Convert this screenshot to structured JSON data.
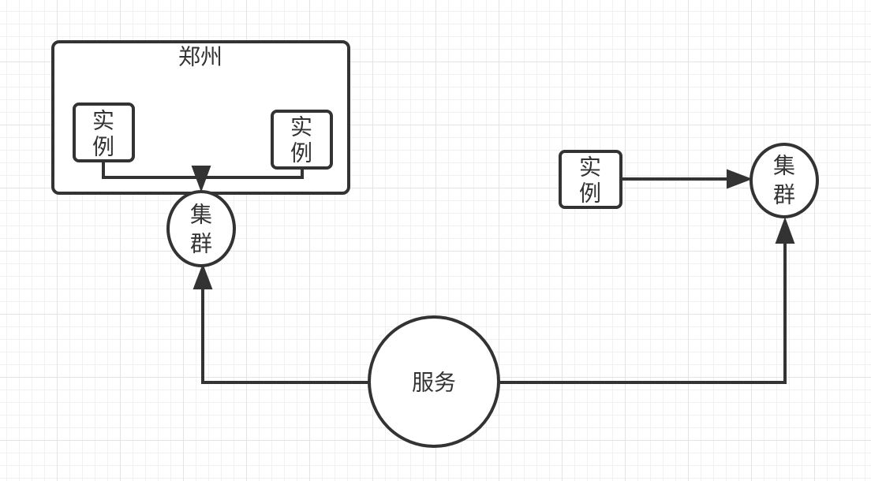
{
  "diagram": {
    "group": {
      "label": "郑州"
    },
    "nodes": {
      "instance_a": {
        "line1": "实",
        "line2": "例"
      },
      "instance_b": {
        "line1": "实",
        "line2": "例"
      },
      "instance_c": {
        "line1": "实",
        "line2": "例"
      },
      "cluster_left": {
        "line1": "集",
        "line2": "群"
      },
      "cluster_right": {
        "line1": "集",
        "line2": "群"
      },
      "service": {
        "label": "服务"
      }
    },
    "colors": {
      "stroke": "#333333",
      "fill": "#ffffff",
      "grid": "#e4e4e4"
    }
  }
}
